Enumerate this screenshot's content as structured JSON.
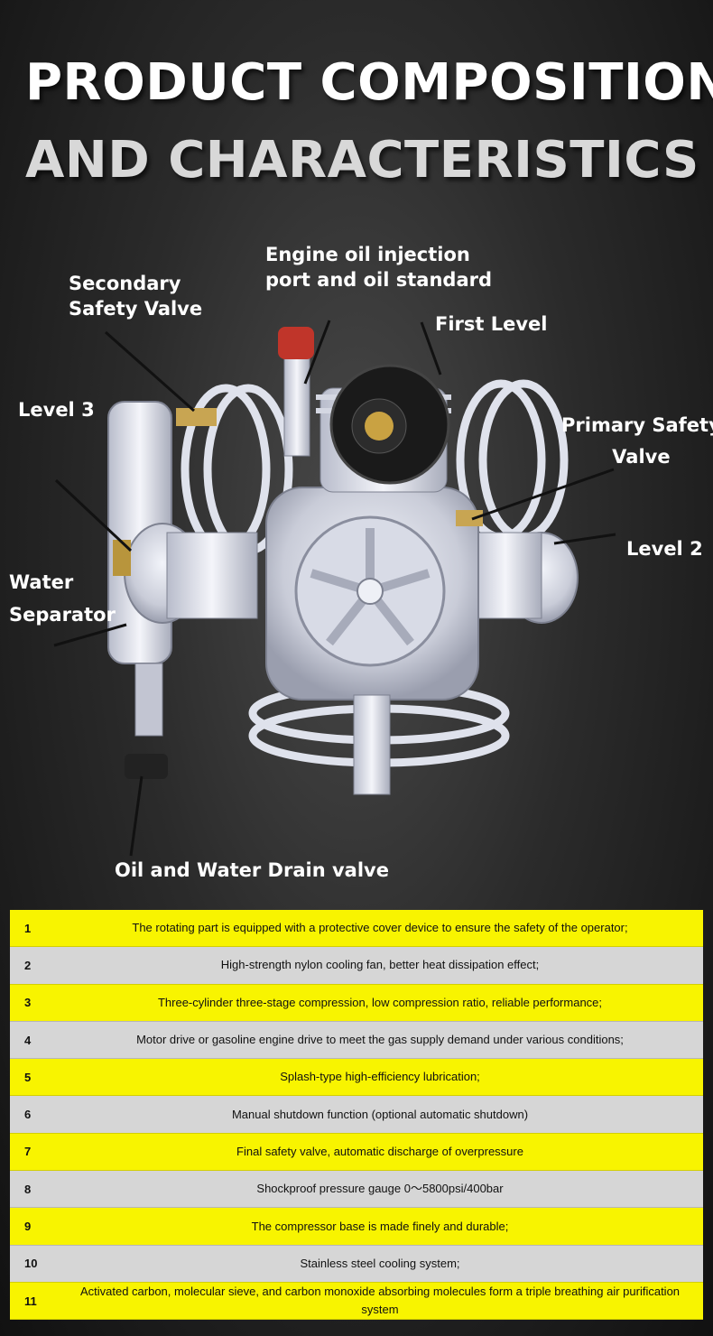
{
  "header": {
    "title_line1": "PRODUCT COMPOSITION",
    "title_line2": "AND CHARACTERISTICS"
  },
  "callouts": {
    "engine_oil_line1": "Engine oil injection",
    "engine_oil_line2": "port and oil standard",
    "secondary_line1": "Secondary",
    "secondary_line2": "Safety Valve",
    "first_level": "First Level",
    "level3": "Level 3",
    "primary_line1": "Primary Safety",
    "primary_line2": "Valve",
    "level2": "Level 2",
    "water_line1": "Water",
    "water_line2": "Separator",
    "drain": "Oil and Water Drain valve"
  },
  "features": [
    {
      "num": "1",
      "text": "The rotating part is equipped with a protective cover device to ensure the safety of the operator;"
    },
    {
      "num": "2",
      "text": "High-strength nylon cooling fan, better heat dissipation effect;"
    },
    {
      "num": "3",
      "text": "Three-cylinder three-stage compression, low compression ratio, reliable performance;"
    },
    {
      "num": "4",
      "text": "Motor drive or gasoline engine drive to meet the gas supply demand under various conditions;"
    },
    {
      "num": "5",
      "text": "Splash-type high-efficiency lubrication;"
    },
    {
      "num": "6",
      "text": "Manual shutdown function (optional automatic shutdown)"
    },
    {
      "num": "7",
      "text": "Final safety valve, automatic discharge of overpressure"
    },
    {
      "num": "8",
      "text": "Shockproof pressure gauge 0～5800psi/400bar"
    },
    {
      "num": "9",
      "text": "The compressor base is made finely and durable;"
    },
    {
      "num": "10",
      "text": "Stainless steel cooling system;"
    },
    {
      "num": "11",
      "text": "Activated carbon, molecular sieve, and carbon monoxide absorbing molecules form a triple breathing air purification system"
    }
  ],
  "colors": {
    "row_odd": "#f8f400",
    "row_even": "#d6d6d6",
    "title_primary": "#ffffff",
    "title_secondary": "#d8d8d8"
  }
}
